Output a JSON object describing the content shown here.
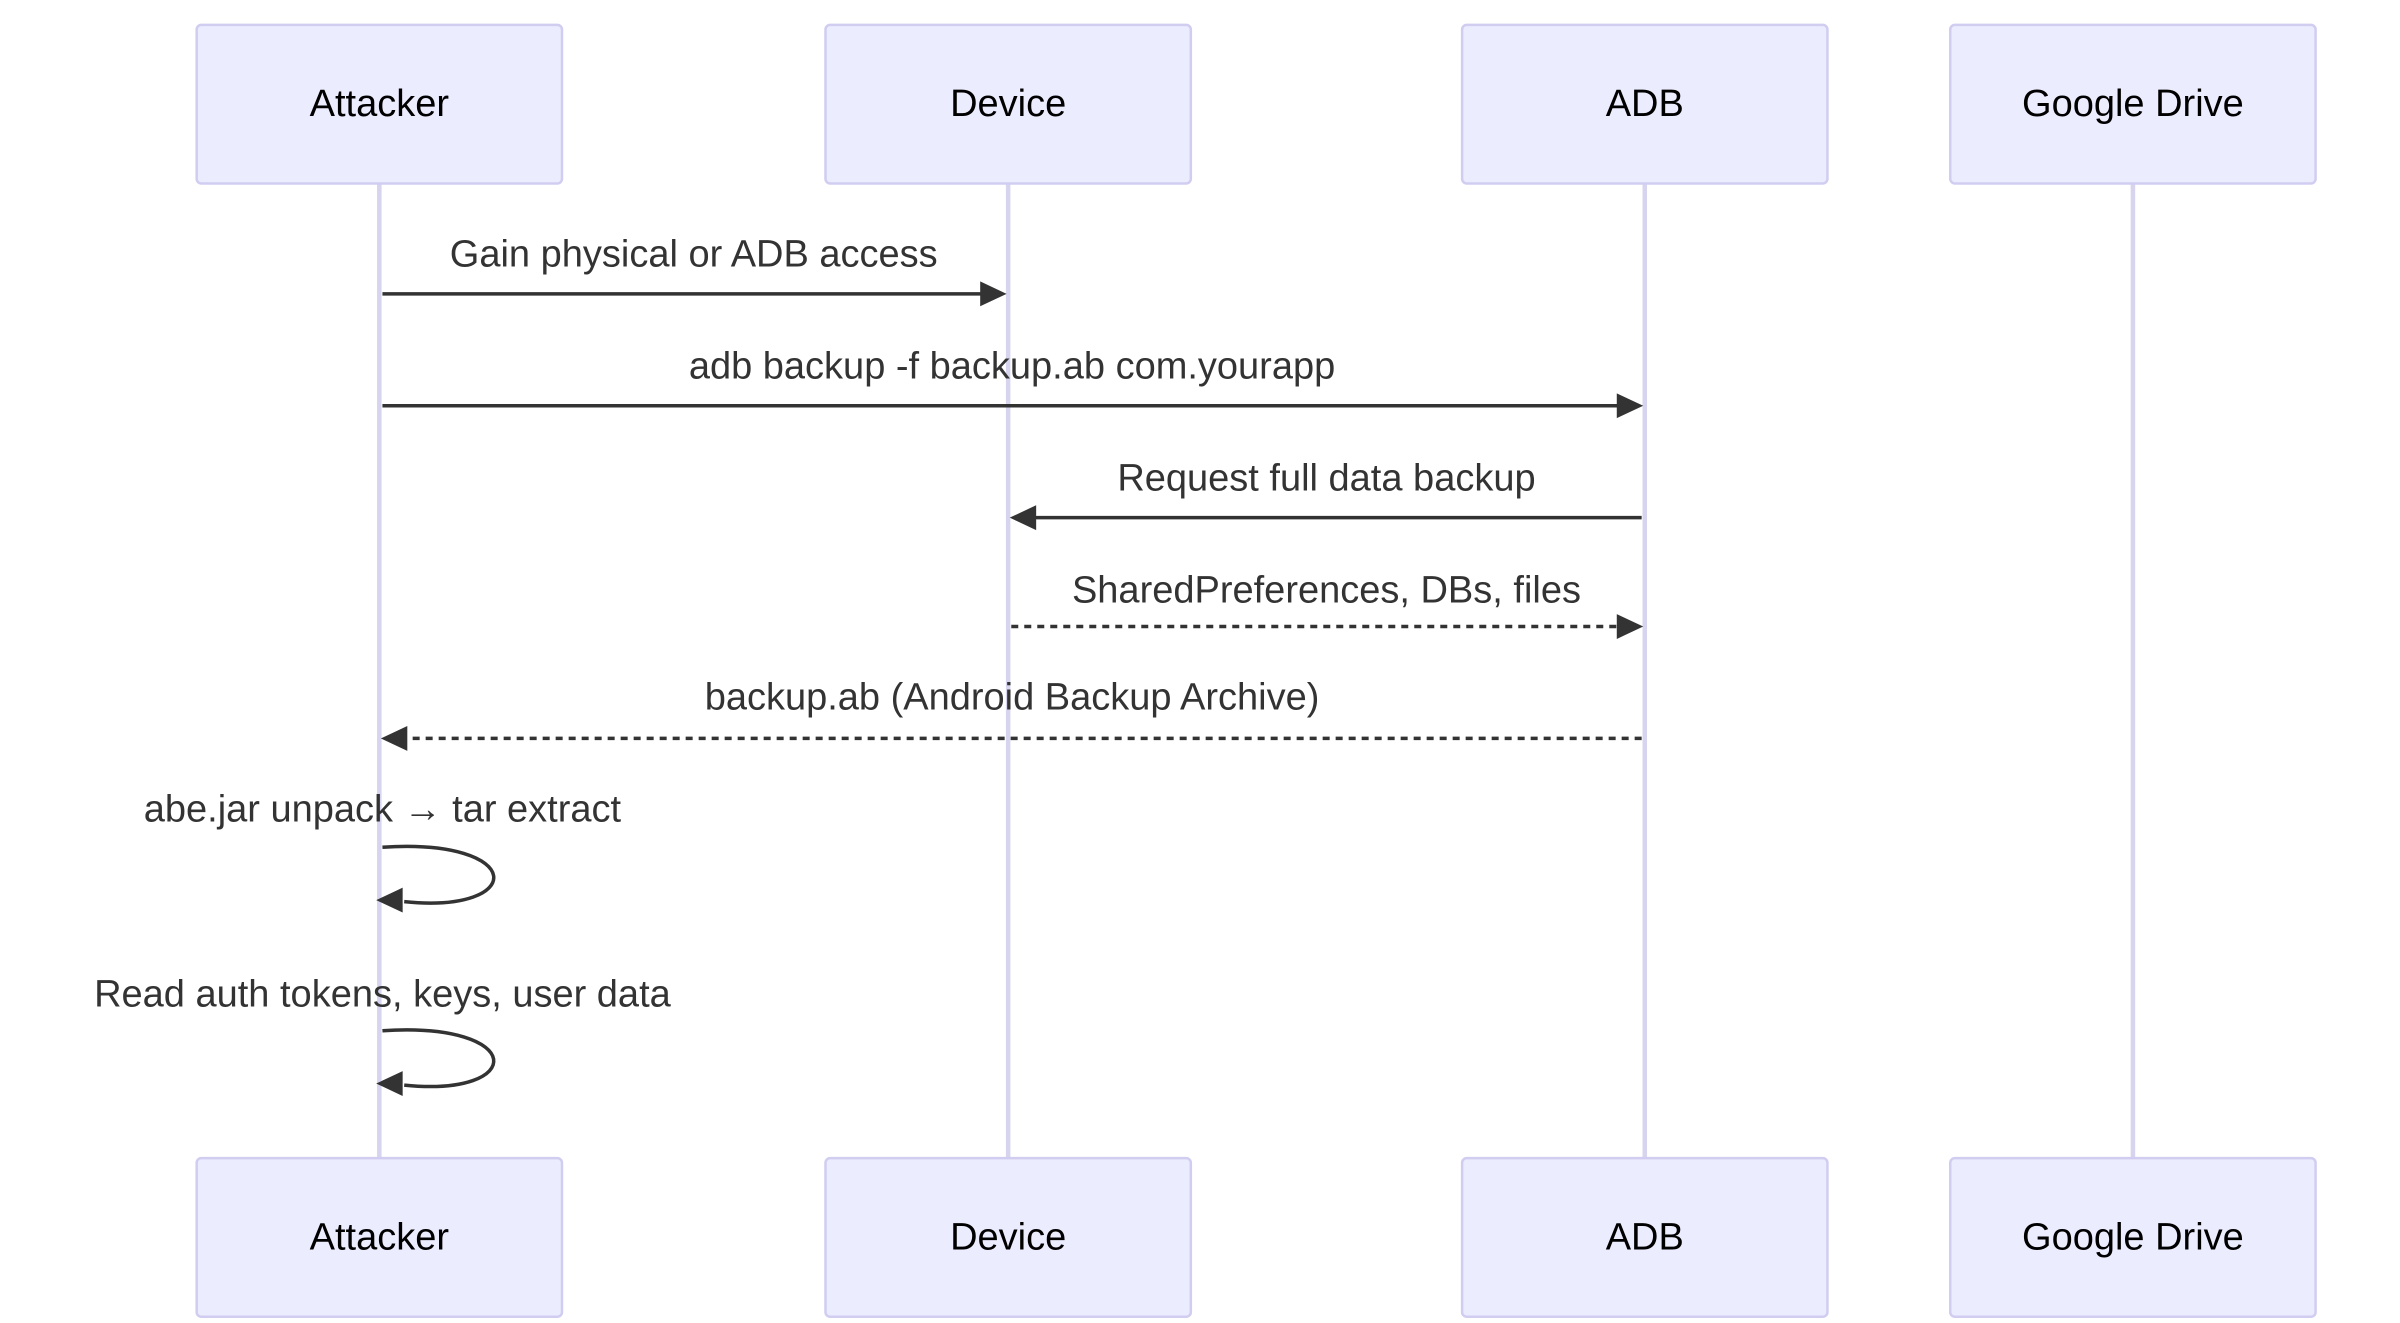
{
  "participants": [
    {
      "id": "attacker",
      "label": "Attacker"
    },
    {
      "id": "device",
      "label": "Device"
    },
    {
      "id": "adb",
      "label": "ADB"
    },
    {
      "id": "gdrive",
      "label": "Google Drive"
    }
  ],
  "messages": [
    {
      "from": "attacker",
      "to": "device",
      "text": "Gain physical or ADB access",
      "style": "solid"
    },
    {
      "from": "attacker",
      "to": "adb",
      "text": "adb backup -f backup.ab com.yourapp",
      "style": "solid"
    },
    {
      "from": "adb",
      "to": "device",
      "text": "Request full data backup",
      "style": "solid"
    },
    {
      "from": "device",
      "to": "adb",
      "text": "SharedPreferences, DBs, files",
      "style": "dashed"
    },
    {
      "from": "adb",
      "to": "attacker",
      "text": "backup.ab (Android Backup Archive)",
      "style": "dashed"
    },
    {
      "from": "attacker",
      "to": "attacker",
      "text": "abe.jar unpack → tar extract",
      "style": "solid"
    },
    {
      "from": "attacker",
      "to": "attacker",
      "text": "Read auth tokens, keys, user data",
      "style": "solid"
    }
  ],
  "colors": {
    "actor_fill": "#ececff",
    "actor_border": "#d0cdf0",
    "lifeline": "#d6d4ee",
    "message": "#333333"
  }
}
